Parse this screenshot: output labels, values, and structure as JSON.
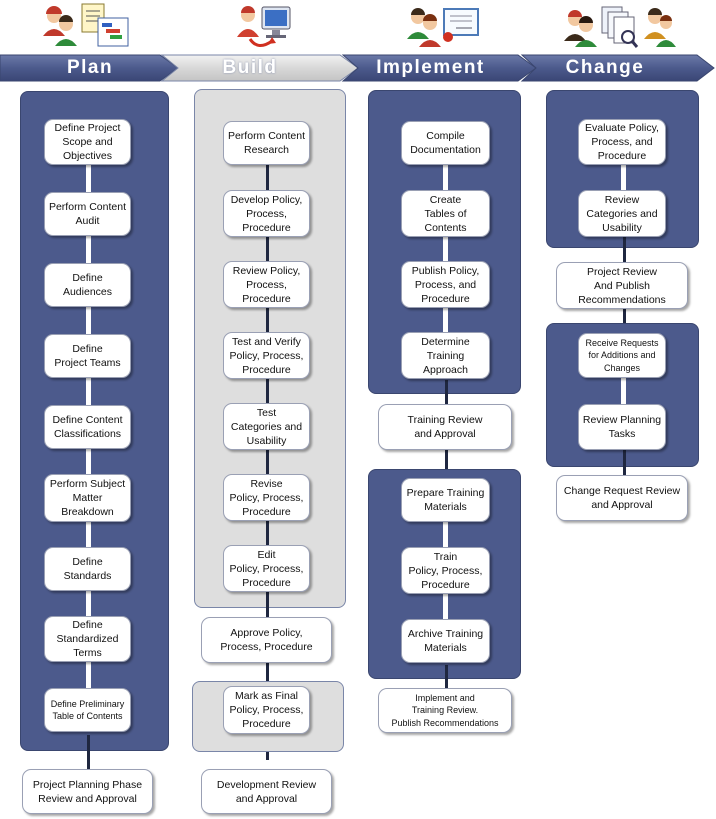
{
  "phases": [
    {
      "label": "Plan",
      "steps": [
        "Define Project\nScope and\nObjectives",
        "Perform Content\nAudit",
        "Define\nAudiences",
        "Define\nProject Teams",
        "Define Content\nClassifications",
        "Perform Subject\nMatter\nBreakdown",
        "Define\nStandards",
        "Define\nStandardized\nTerms",
        "Define Preliminary\nTable of Contents"
      ],
      "review": "Project Planning Phase\nReview and Approval"
    },
    {
      "label": "Build",
      "steps": [
        "Perform Content\nResearch",
        "Develop Policy,\nProcess,\nProcedure",
        "Review Policy,\nProcess,\nProcedure",
        "Test and Verify\nPolicy, Process,\nProcedure",
        "Test\nCategories and\nUsability",
        "Revise\nPolicy, Process,\nProcedure",
        "Edit\nPolicy, Process,\nProcedure"
      ],
      "approve": "Approve  Policy,\nProcess, Procedure",
      "final": "Mark as Final\nPolicy, Process,\nProcedure",
      "review": "Development Review\nand Approval"
    },
    {
      "label": "Implement",
      "steps": [
        "Compile\nDocumentation",
        "Create\nTables of\nContents",
        "Publish Policy,\nProcess, and\nProcedure",
        "Determine\nTraining\nApproach"
      ],
      "training_review": "Training Review\nand Approval",
      "training_steps": [
        "Prepare Training\nMaterials",
        "Train\nPolicy, Process,\nProcedure",
        "Archive Training\nMaterials"
      ],
      "review": "Implement and\nTraining Review.\nPublish Recommendations"
    },
    {
      "label": "Change",
      "steps": [
        "Evaluate Policy,\nProcess, and\nProcedure",
        "Review\nCategories and\nUsability"
      ],
      "project_review": "Project Review\nAnd Publish\nRecommendations",
      "request_steps": [
        "Receive Requests\nfor Additions and\nChanges",
        "Review Planning\nTasks"
      ],
      "review": "Change Request Review\nand Approval"
    }
  ],
  "colors": {
    "bar": "#4c5a8c",
    "bar_build": "#dcdcdc",
    "panel_blue": "#4c5a8c",
    "panel_grey": "#dedede"
  },
  "icons": [
    "people-documents-icon",
    "person-computer-icon",
    "people-certificate-icon",
    "people-search-documents-icon"
  ]
}
